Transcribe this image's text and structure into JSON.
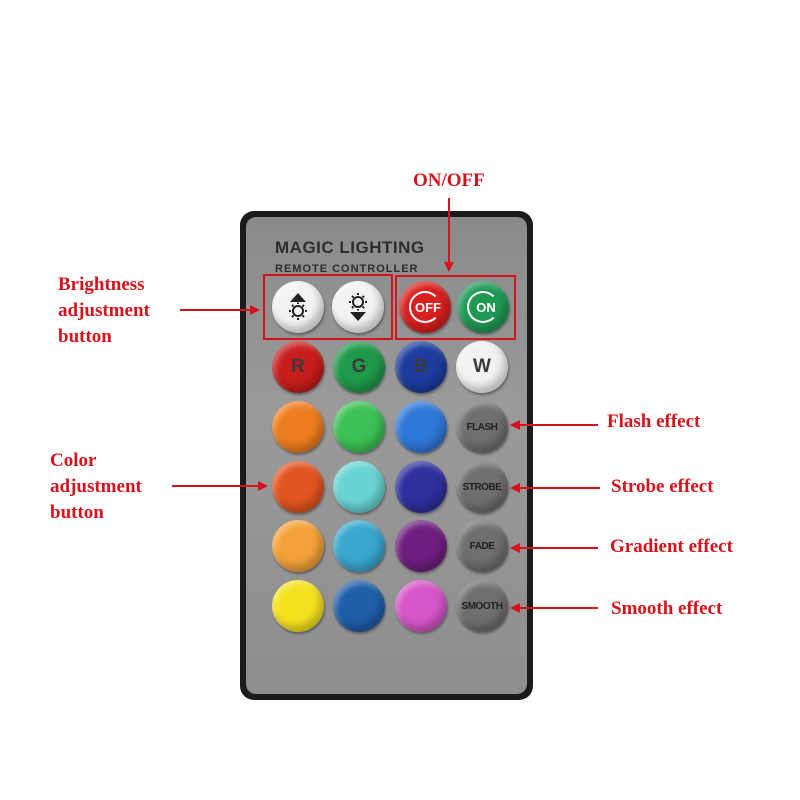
{
  "remote": {
    "brand": "MAGIC LIGHTING",
    "brand_sub": "REMOTE CONTROLLER",
    "body_color": "#8f8f8f",
    "frame_color": "#1b1b1b"
  },
  "labels": {
    "onoff": "ON/OFF",
    "brightness": "Brightness\nadjustment\nbutton",
    "color": "Color\nadjustment\nbutton",
    "flash": "Flash effect",
    "strobe": "Strobe effect",
    "gradient": "Gradient effect",
    "smooth": "Smooth effect"
  },
  "buttons": {
    "bright_up": {
      "icon": "sun-up-icon"
    },
    "bright_down": {
      "icon": "sun-down-icon"
    },
    "off": {
      "label": "OFF",
      "color": "#d8201e"
    },
    "on": {
      "label": "ON",
      "color": "#1f9a55"
    },
    "r": {
      "label": "R",
      "color": "#c71e1c"
    },
    "g": {
      "label": "G",
      "color": "#1f9a4a"
    },
    "b": {
      "label": "B",
      "color": "#1d3c9e"
    },
    "w": {
      "label": "W",
      "color": "#f2f2f2"
    },
    "flash": {
      "label": "FLASH"
    },
    "strobe": {
      "label": "STROBE"
    },
    "fade": {
      "label": "FADE"
    },
    "smooth": {
      "label": "SMOOTH"
    },
    "color_grid": [
      [
        "#ee7d1f",
        "#3cc155",
        "#2f78d8"
      ],
      [
        "#e2541f",
        "#6ad3d3",
        "#2f2f9e"
      ],
      [
        "#f3a23a",
        "#3aa7cf",
        "#6e1e7e"
      ],
      [
        "#f5e21f",
        "#1f5ea8",
        "#d656c8"
      ]
    ]
  },
  "accent": "#d8121b"
}
